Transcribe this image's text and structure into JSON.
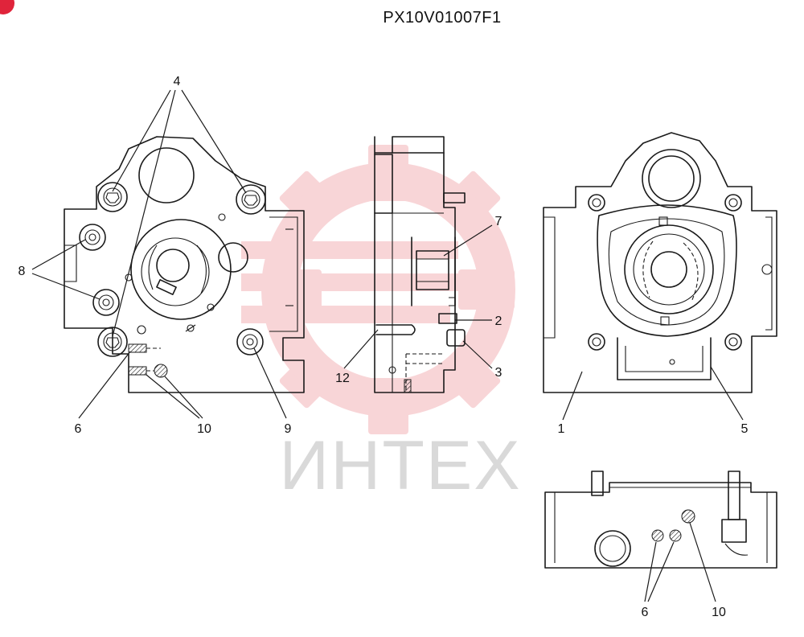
{
  "title": "PX10V01007F1",
  "watermark": {
    "text": "ИНТЕХ",
    "color": "#f3b3b8"
  },
  "badge": {
    "color": "#e0243b"
  },
  "callouts": {
    "c4": "4",
    "c8": "8",
    "c6a": "6",
    "c10a": "10",
    "c9": "9",
    "c7": "7",
    "c2": "2",
    "c3": "3",
    "c12": "12",
    "c1": "1",
    "c5": "5",
    "c6b": "6",
    "c10b": "10"
  }
}
